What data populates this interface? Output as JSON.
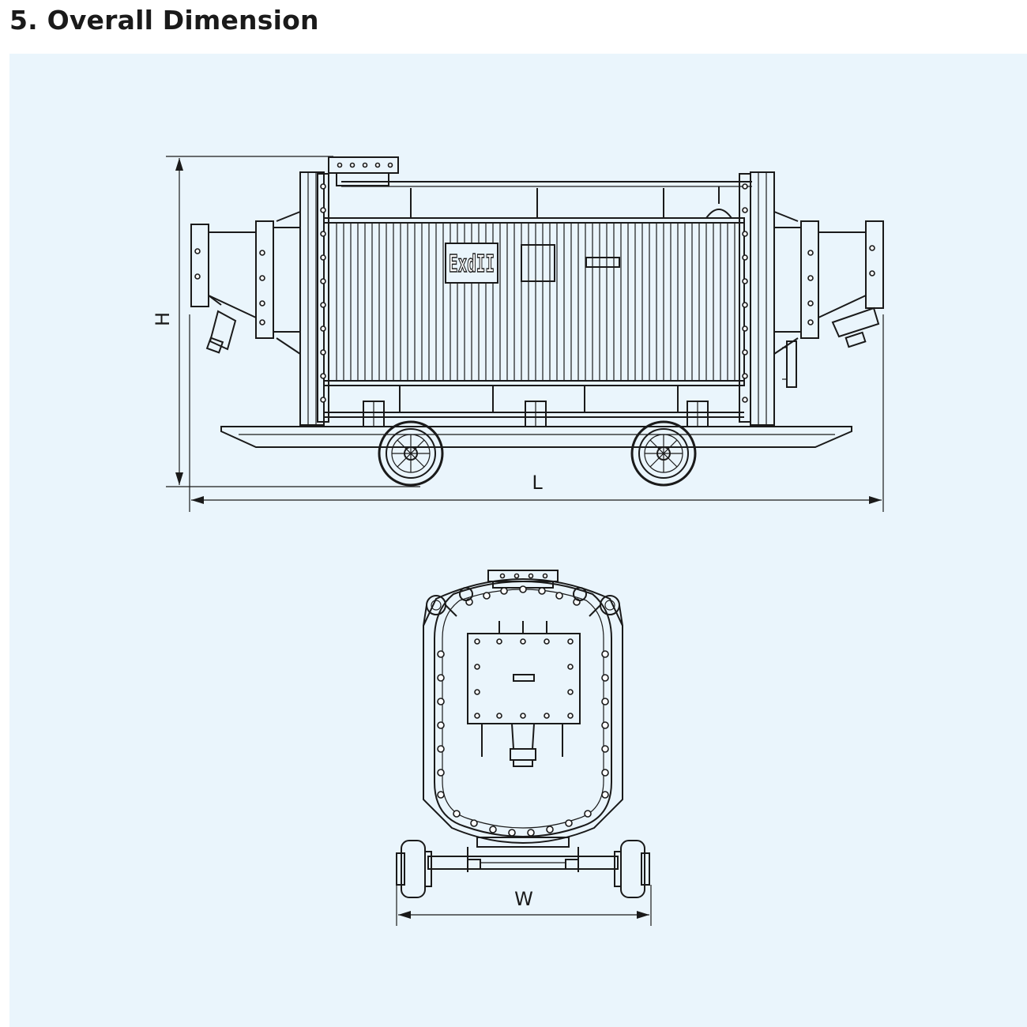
{
  "header": {
    "title": "5. Overall Dimension"
  },
  "diagram": {
    "panel_color": "#eaf5fc",
    "line_color": "#1a1a1a",
    "side_view": {
      "nameplate": "ExdII",
      "dim_height": "H",
      "dim_length": "L"
    },
    "end_view": {
      "dim_width": "W"
    }
  }
}
